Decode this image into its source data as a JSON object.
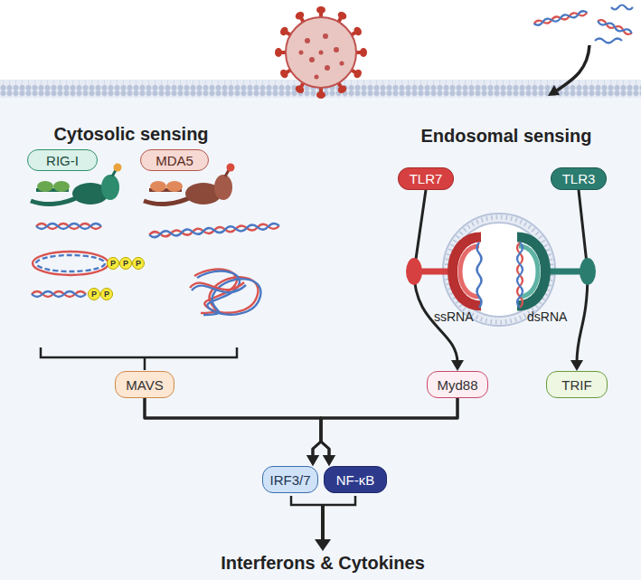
{
  "diagram": {
    "nodes": [
      {
        "text": [
          "RIG-I"
        ]
      },
      {
        "text": [
          "MDA5"
        ]
      },
      {
        "text": [
          "TLR7"
        ]
      },
      {
        "text": [
          "TLR3"
        ]
      },
      {
        "text": [
          "P"
        ]
      },
      {
        "text": [
          "P"
        ]
      },
      {
        "text": [
          "P"
        ]
      },
      {
        "text": [
          "P"
        ]
      },
      {
        "text": [
          "P"
        ]
      },
      {
        "text": [
          "MAVS"
        ]
      },
      {
        "text": [
          "Myd88"
        ]
      },
      {
        "text": [
          "TRIF"
        ]
      },
      {
        "text": [
          "IRF3/7"
        ]
      },
      {
        "text": [
          "NF-κB"
        ]
      }
    ],
    "edges": [
      {
        "from": 2,
        "to": 10,
        "label": "ssRNA",
        "arrow": "to"
      },
      {
        "from": 3,
        "to": 11,
        "label": "dsRNA",
        "arrow": "to"
      },
      {
        "from": 9,
        "to": 12,
        "arrow": "to"
      },
      {
        "from": 9,
        "to": 13,
        "arrow": "to"
      },
      {
        "from": 10,
        "to": 12,
        "arrow": "to"
      },
      {
        "from": 10,
        "to": 13,
        "arrow": "to"
      }
    ],
    "labels": [
      "Cytosolic sensing",
      "Endosomal sensing",
      "Interferons & Cytokines"
    ]
  }
}
